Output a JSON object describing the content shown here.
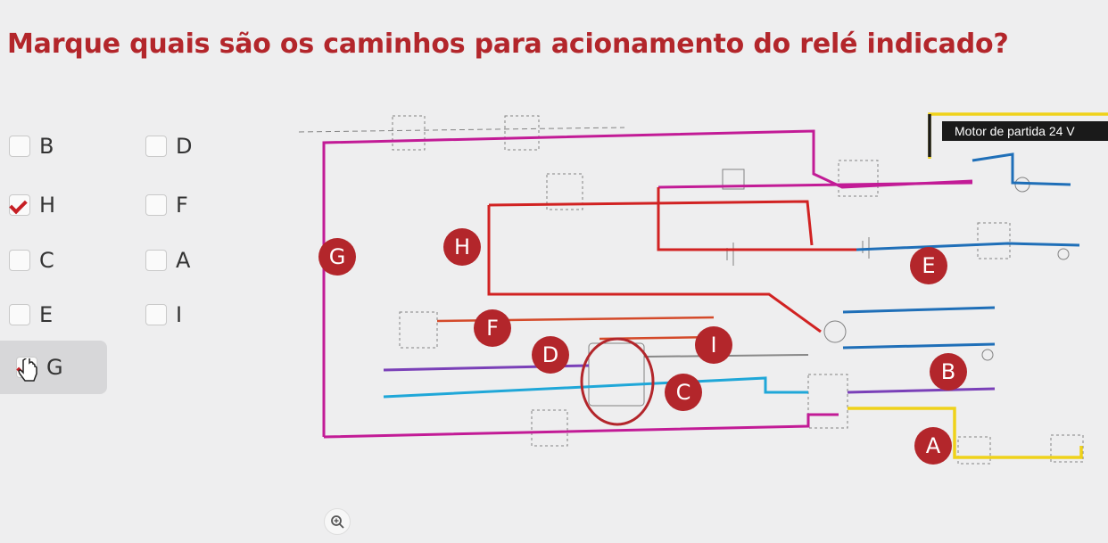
{
  "question": "Marque quais são os caminhos para acionamento do relé indicado?",
  "options": [
    {
      "id": "B",
      "label": "B",
      "checked": false
    },
    {
      "id": "D",
      "label": "D",
      "checked": false
    },
    {
      "id": "H",
      "label": "H",
      "checked": true
    },
    {
      "id": "F",
      "label": "F",
      "checked": false
    },
    {
      "id": "C",
      "label": "C",
      "checked": false
    },
    {
      "id": "A",
      "label": "A",
      "checked": false
    },
    {
      "id": "E",
      "label": "E",
      "checked": false
    },
    {
      "id": "I",
      "label": "I",
      "checked": false
    },
    {
      "id": "G",
      "label": "G",
      "checked": true
    }
  ],
  "diagram": {
    "motor_label": "Motor de partida 24 V",
    "path_tags": {
      "G": "G",
      "H": "H",
      "F": "F",
      "D": "D",
      "I": "I",
      "C": "C",
      "B": "B",
      "E": "E",
      "A": "A"
    },
    "wire_colors": {
      "magenta": "#c21b96",
      "red": "#d12222",
      "blue": "#1f6fb8",
      "cyan": "#1fa7d8",
      "purple": "#7a40b8",
      "yellow": "#efd21a",
      "black": "#1a1a1a",
      "tag": "#b3262b"
    }
  },
  "icons": {
    "zoom": "zoom-in-icon",
    "check": "check-icon",
    "cursor": "hand-cursor-icon"
  }
}
